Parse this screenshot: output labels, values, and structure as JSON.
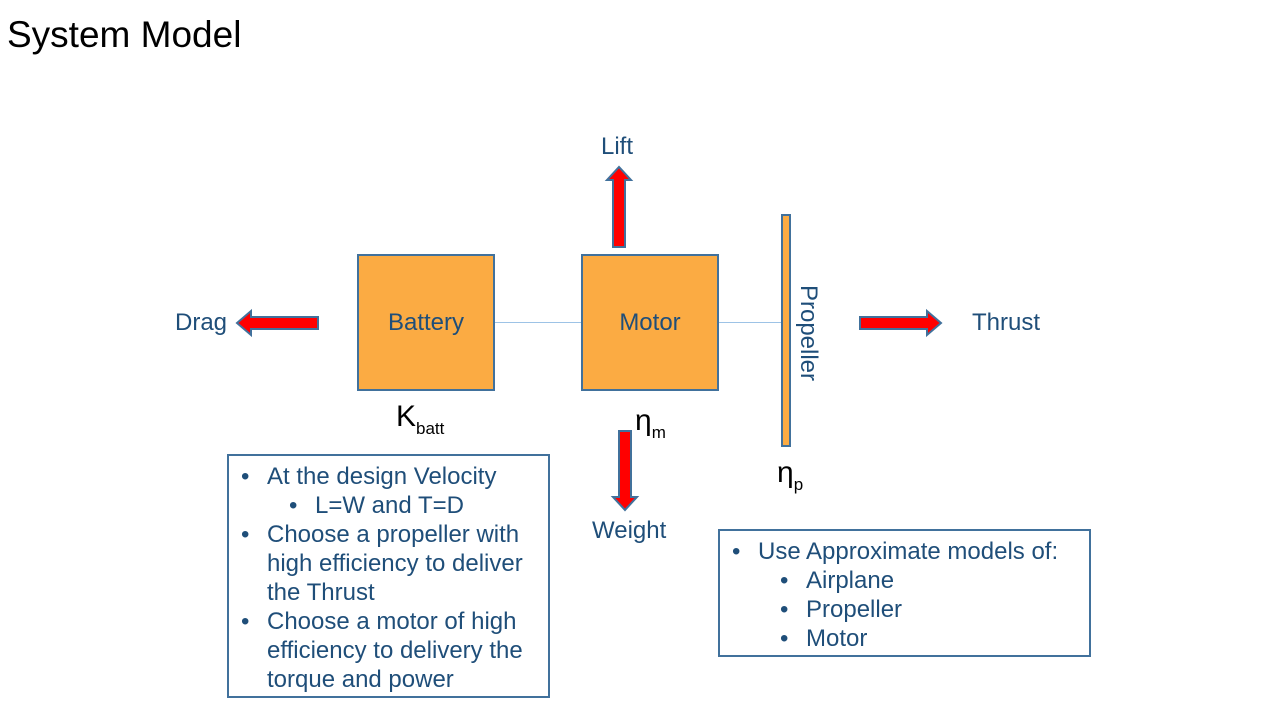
{
  "slide": {
    "title": "System Model"
  },
  "diagram": {
    "blocks": {
      "battery": "Battery",
      "motor": "Motor",
      "propeller": "Propeller"
    },
    "forces": {
      "lift": "Lift",
      "drag": "Drag",
      "thrust": "Thrust",
      "weight": "Weight"
    },
    "symbols": {
      "k_batt": {
        "base": "K",
        "sub": "batt"
      },
      "eta_m": {
        "base": "η",
        "sub": "m"
      },
      "eta_p": {
        "base": "η",
        "sub": "p"
      }
    },
    "colors": {
      "block_fill": "#fbab43",
      "block_border": "#41719c",
      "arrow_fill": "#ff0000",
      "label_text": "#1f4e79",
      "connector": "#9dc3e6"
    }
  },
  "notes": {
    "left": {
      "items": [
        "At the design Velocity",
        "L=W and T=D",
        "Choose a propeller with high efficiency to deliver the Thrust",
        "Choose a motor of high efficiency to delivery the torque and power"
      ]
    },
    "right": {
      "items": [
        "Use Approximate models of:",
        "Airplane",
        "Propeller",
        "Motor"
      ]
    }
  }
}
